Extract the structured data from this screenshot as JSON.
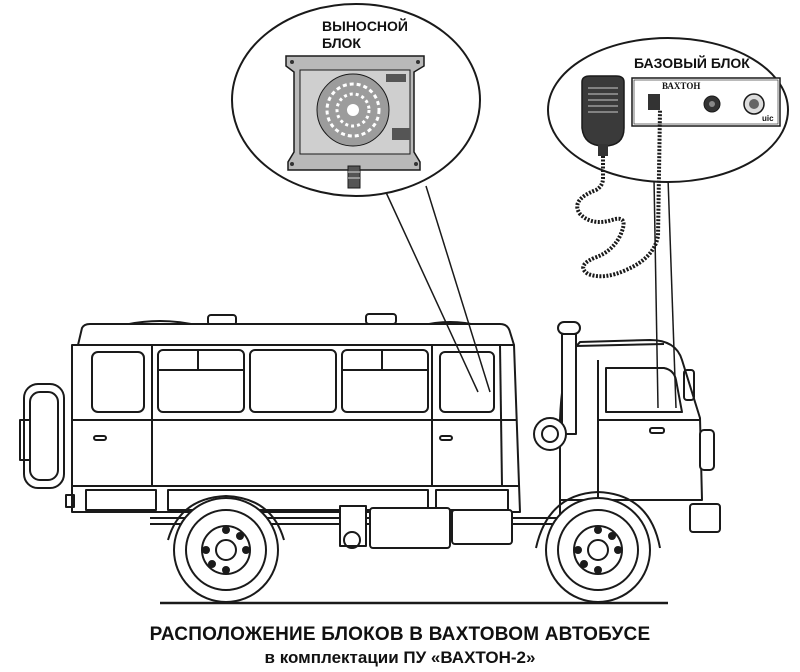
{
  "callouts": {
    "remote_unit": {
      "title_line1": "ВЫНОСНОЙ",
      "title_line2": "БЛОК"
    },
    "base_unit": {
      "title": "БАЗОВЫЙ БЛОК",
      "brand": "ВАХТОН",
      "logo": "uic"
    }
  },
  "caption": {
    "main": "РАСПОЛОЖЕНИЕ БЛОКОВ В ВАХТОВОМ АВТОБУСЕ",
    "sub": "в комплектации ПУ «ВАХТОН-2»"
  },
  "colors": {
    "line": "#1a1a1a",
    "background": "#ffffff",
    "panel": "#b9b9b9"
  }
}
